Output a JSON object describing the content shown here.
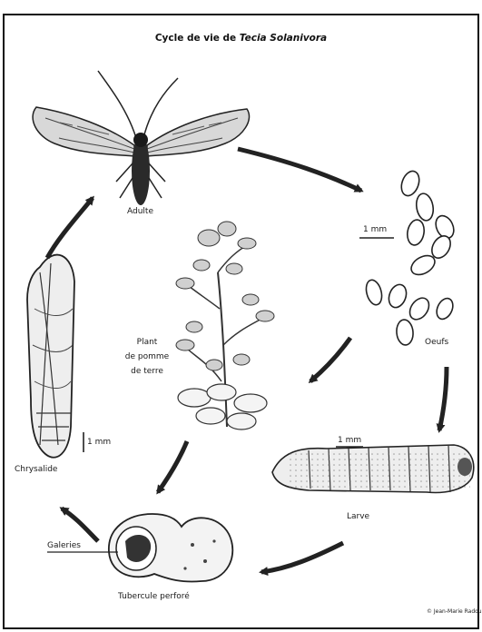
{
  "title": {
    "prefix": "Cycle de vie de",
    "species": "Tecia Solanivora"
  },
  "labels": {
    "adult": "Adulte",
    "eggs": "Oeufs",
    "egg_scale": "1 mm",
    "larva": "Larve",
    "larva_scale": "1 mm",
    "chrysalis": "Chrysalide",
    "chrysalis_scale": "1 mm",
    "tuber": "Tubercule perforé",
    "galleries": "Galeries",
    "plant_line1": "Plant",
    "plant_line2": "de pomme",
    "plant_line3": "de terre"
  },
  "copyright": "© Jean-Marie Radou"
}
